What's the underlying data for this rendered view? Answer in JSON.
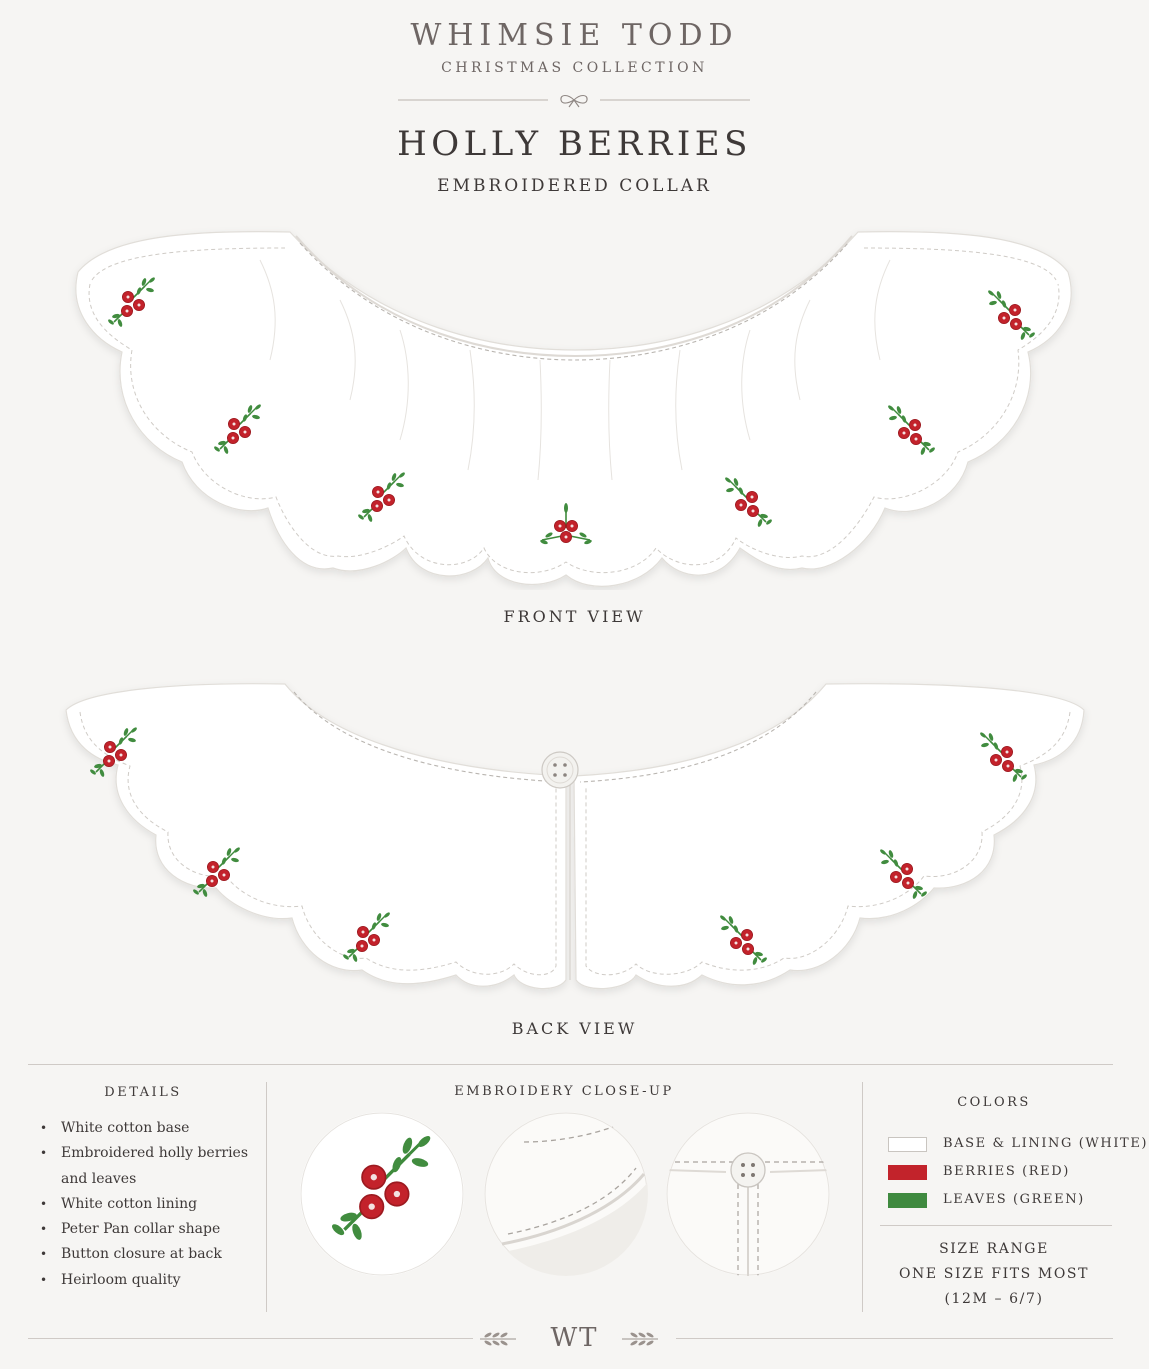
{
  "header": {
    "brand": "WHIMSIE TODD",
    "collection": "CHRISTMAS COLLECTION",
    "title": "HOLLY BERRIES",
    "subtitle": "EMBROIDERED COLLAR"
  },
  "views": {
    "front_label": "FRONT VIEW",
    "back_label": "BACK VIEW"
  },
  "details": {
    "heading": "DETAILS",
    "items": [
      "White cotton base",
      "Embroidered holly berries",
      "and leaves",
      "White cotton lining",
      "Peter Pan collar shape",
      "Button closure at back",
      "Heirloom quality"
    ]
  },
  "closeup": {
    "heading": "EMBROIDERY CLOSE-UP"
  },
  "colors": {
    "heading": "COLORS",
    "swatches": [
      {
        "label": "BASE & LINING (WHITE)",
        "hex": "#ffffff"
      },
      {
        "label": "BERRIES (RED)",
        "hex": "#c2232b"
      },
      {
        "label": "LEAVES (GREEN)",
        "hex": "#3f8a3f"
      }
    ]
  },
  "size": {
    "heading": "SIZE RANGE",
    "line1": "ONE SIZE FITS MOST",
    "line2": "(12M – 6/7)"
  },
  "footer": {
    "monogram": "WT"
  },
  "icons": {
    "divider": "bow-icon",
    "footer_left": "laurel-left-icon",
    "footer_right": "laurel-right-icon"
  }
}
